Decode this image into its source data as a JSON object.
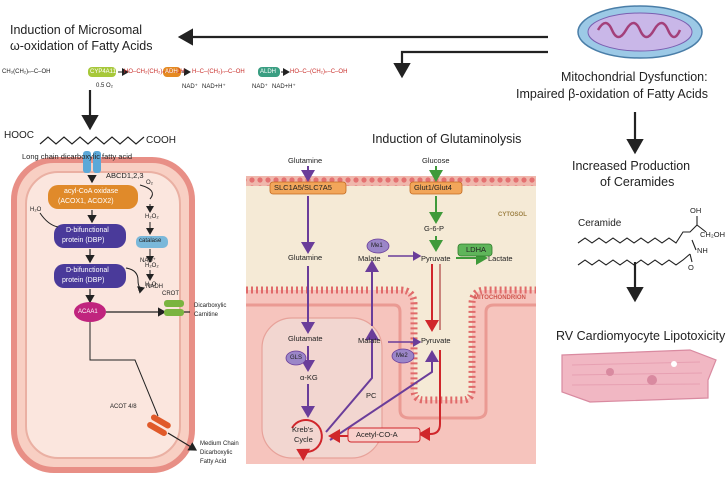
{
  "headers": {
    "omega": [
      "Induction of Microsomal",
      "ω-oxidation of Fatty Acids"
    ],
    "mito": [
      "Mitochondrial Dysfunction:",
      "Impaired β-oxidation of Fatty Acids"
    ],
    "glutamino": "Induction of Glutaminolysis",
    "ceramides": [
      "Increased Production",
      "of Ceramides"
    ],
    "lipotox": "RV Cardiomyocyte Lipotoxicity"
  },
  "pathway_top": {
    "chain1": "CH₃(CH₂)ₙ–C–OH",
    "enzyme1": "CYP4A11",
    "o2": "0.5 O₂",
    "chain2": "HO–CH₂(CH₂)ₙ–C–OH",
    "enzyme2": "ADH",
    "chain3": "H–C–(CH₂)ₙ–C–OH",
    "enzyme3": "ALDH",
    "cofactor_a": "NAD⁺",
    "cofactor_b": "NAD+H⁺",
    "chain4": "HO–C–(CH₂)ₙ–C–OH"
  },
  "left_cell": {
    "hooc": "HOOC",
    "cooh": "COOH",
    "caption": "Long chain dicarboxylic fatty acid",
    "transporter": "ABCD1,2,3",
    "acox": [
      "acyl-CoA oxidase",
      "(ACOX1, ACOX2)"
    ],
    "o2": "O₂",
    "h2o2_a": "H₂O₂",
    "catalase": "catalase",
    "h2o2_b": "H₂O₂",
    "h2o_out": "H₂O",
    "h2o_in": "H₂O",
    "dbp1": [
      "D-bifunctional",
      "protein (DBP)"
    ],
    "nad": "NAD⁺",
    "dbp2": [
      "D-bifunctional",
      "protein (DBP)"
    ],
    "nadh": "NADH",
    "acaa1": "ACAA1",
    "crot": "CROT",
    "dicarb_carnitine": [
      "Dicarboxylic",
      "Carnitine"
    ],
    "acot": "ACOT 4/8",
    "medium_chain": [
      "Medium Chain",
      "Dicarboxylic",
      "Fatty Acid"
    ]
  },
  "center": {
    "glutamine_top": "Glutamine",
    "glucose": "Glucose",
    "slc": "SLC1A5/SLC7A5",
    "glut": "Glut1/Glut4",
    "cytosol": "CYTOSOL",
    "g6p": "G-6-P",
    "glutamine_mid": "Glutamine",
    "me1": "Me1",
    "malate_cyto": "Malate",
    "pyruvate_cyto": "Pyruvate",
    "ldha": "LDHA",
    "lactate": "Lactate",
    "mitochondrion": "MITOCHONDRION",
    "glutamate": "Glutamate",
    "malate_mito": "Malate",
    "pyruvate_mito": "Pyruvate",
    "me2": "Me2",
    "gls": "GLS",
    "akg": "α-KG",
    "pc": "PC",
    "krebs": [
      "Kreb's",
      "Cycle"
    ],
    "acetyl": "Acetyl-CO-A"
  },
  "right": {
    "ceramide": "Ceramide",
    "oh": "OH",
    "ch2oh": "CH₂OH",
    "nh": "NH",
    "o": "O"
  },
  "colors": {
    "purple": "#6a3d9a",
    "green": "#3f9a3a",
    "red": "#d0262b",
    "slc_fill": "#f2a65a",
    "cell_fill": "#f6d9cf",
    "cell_border": "#e88f86",
    "acox_fill": "#e08a2a",
    "dbp_fill": "#4a3a9a",
    "acaa1_fill": "#c0247e"
  }
}
